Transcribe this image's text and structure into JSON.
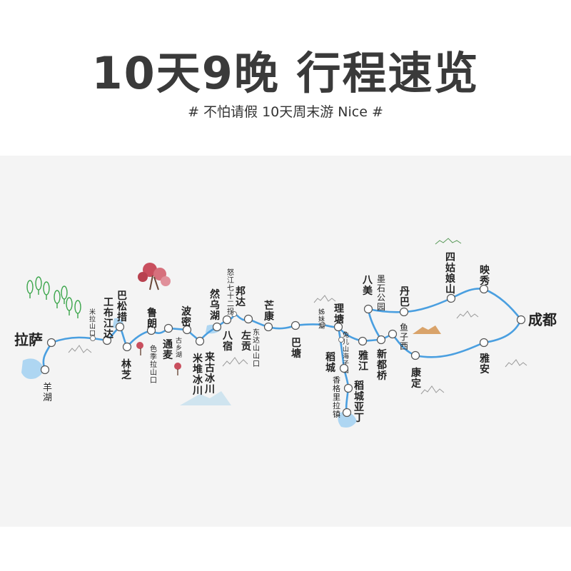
{
  "header": {
    "title": "10天9晚 行程速览",
    "subtitle": "# 不怕请假 10天周末游 Nice #"
  },
  "colors": {
    "route": "#4a9fe0",
    "lake": "#aed6f2",
    "text": "#222222",
    "panel": "#f4f4f4"
  },
  "map": {
    "stops": [
      {
        "id": "lhasa",
        "label": "拉萨"
      },
      {
        "id": "yanghu",
        "label": "羊湖"
      },
      {
        "id": "milashankou",
        "label": "米拉山口"
      },
      {
        "id": "gongbujiangda",
        "label": "工布江达"
      },
      {
        "id": "basongcuo",
        "label": "巴松措"
      },
      {
        "id": "linzhi",
        "label": "林芝"
      },
      {
        "id": "lulang",
        "label": "鲁朗"
      },
      {
        "id": "sejilashankou",
        "label": "色季拉山口"
      },
      {
        "id": "tongmai",
        "label": "通麦"
      },
      {
        "id": "guxianghu",
        "label": "古乡湖"
      },
      {
        "id": "bomi",
        "label": "波密"
      },
      {
        "id": "miduibingchuan",
        "label": "米堆冰川"
      },
      {
        "id": "laigubingchuan",
        "label": "来古冰川"
      },
      {
        "id": "ranwuhu",
        "label": "然乌湖"
      },
      {
        "id": "basu",
        "label": "八宿"
      },
      {
        "id": "nujiang72",
        "label": "怒江七十二拐"
      },
      {
        "id": "bangda",
        "label": "邦达"
      },
      {
        "id": "zuogong",
        "label": "左贡"
      },
      {
        "id": "dongdashankou",
        "label": "东达山山口"
      },
      {
        "id": "mangkang",
        "label": "芒康"
      },
      {
        "id": "batang",
        "label": "巴塘"
      },
      {
        "id": "zimeihu",
        "label": "姊妹湖"
      },
      {
        "id": "litang",
        "label": "理塘"
      },
      {
        "id": "tuerzishan",
        "label": "兔儿山海子山"
      },
      {
        "id": "daocheng",
        "label": "稻城"
      },
      {
        "id": "xianggelila",
        "label": "香格里拉镇"
      },
      {
        "id": "daochengyading",
        "label": "稻城亚丁"
      },
      {
        "id": "yajiang",
        "label": "雅江"
      },
      {
        "id": "bamei",
        "label": "八美"
      },
      {
        "id": "moshigongyuan",
        "label": "墨石公园"
      },
      {
        "id": "xinduqiao",
        "label": "新都桥"
      },
      {
        "id": "yuzixi",
        "label": "鱼子西"
      },
      {
        "id": "danba",
        "label": "丹巴"
      },
      {
        "id": "siguniangshan",
        "label": "四姑娘山"
      },
      {
        "id": "yingxiu",
        "label": "映秀"
      },
      {
        "id": "chengdu",
        "label": "成都"
      },
      {
        "id": "kangding",
        "label": "康定"
      },
      {
        "id": "yaan",
        "label": "雅安"
      }
    ]
  }
}
